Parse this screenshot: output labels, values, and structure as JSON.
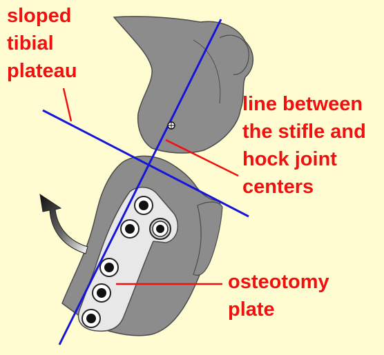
{
  "labels": {
    "sloped_tibial_plateau": [
      "sloped",
      "tibial",
      "plateau"
    ],
    "line_between_joint_centers": [
      "line between",
      "the stifle and",
      "hock joint",
      "centers"
    ],
    "osteotomy_plate": [
      "osteotomy",
      "plate"
    ]
  },
  "colors": {
    "background": "#fffcd2",
    "bone": "#8c8c8c",
    "bone_outline": "#4a4a4a",
    "axis_line": "#1515d9",
    "label_text": "#f20f0f",
    "plate": "#e8e8e8",
    "arrow": "#1a1a1a"
  },
  "icons": {
    "rotation_arrow": "curved-arrow-icon",
    "joint_center": "crosshair-marker-icon"
  }
}
